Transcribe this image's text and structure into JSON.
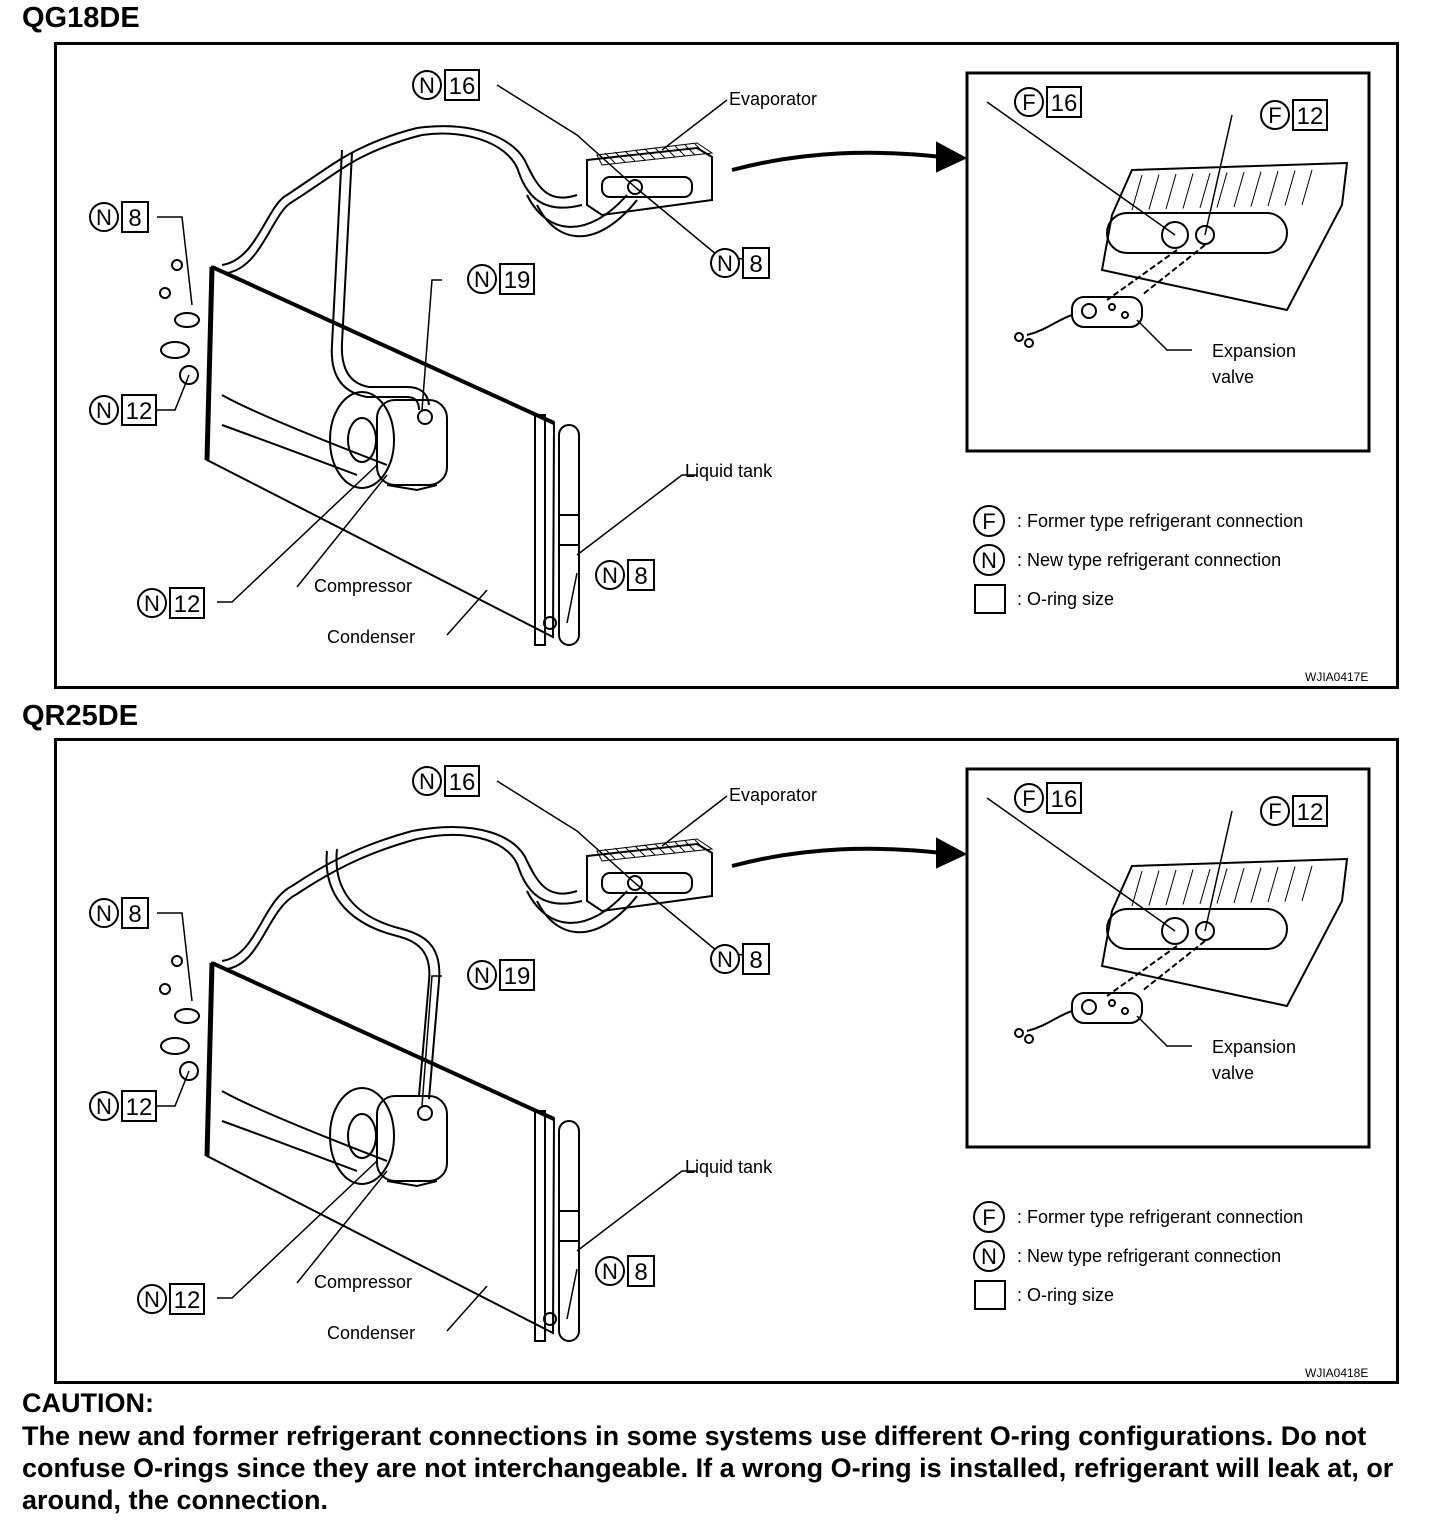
{
  "diagrams": [
    {
      "engine": "QG18DE",
      "callouts": {
        "c1": {
          "type": "N",
          "size": "16"
        },
        "c2": {
          "type": "N",
          "size": "8"
        },
        "c3": {
          "type": "N",
          "size": "19"
        },
        "c4": {
          "type": "N",
          "size": "8"
        },
        "c5": {
          "type": "N",
          "size": "12"
        },
        "c6": {
          "type": "N",
          "size": "12"
        },
        "c7": {
          "type": "N",
          "size": "8"
        },
        "c8": {
          "type": "F",
          "size": "16"
        },
        "c9": {
          "type": "F",
          "size": "12"
        }
      },
      "labels": {
        "evaporator": "Evaporator",
        "liquid_tank": "Liquid tank",
        "compressor": "Compressor",
        "condenser": "Condenser",
        "expansion": "Expansion",
        "valve": "valve"
      },
      "legend": {
        "f_symbol": "F",
        "f_text": ": Former type refrigerant connection",
        "n_symbol": "N",
        "n_text": ": New type refrigerant connection",
        "oring_text": ": O-ring size"
      },
      "code": "WJIA0417E"
    },
    {
      "engine": "QR25DE",
      "callouts": {
        "c1": {
          "type": "N",
          "size": "16"
        },
        "c2": {
          "type": "N",
          "size": "8"
        },
        "c3": {
          "type": "N",
          "size": "19"
        },
        "c4": {
          "type": "N",
          "size": "8"
        },
        "c5": {
          "type": "N",
          "size": "12"
        },
        "c6": {
          "type": "N",
          "size": "12"
        },
        "c7": {
          "type": "N",
          "size": "8"
        },
        "c8": {
          "type": "F",
          "size": "16"
        },
        "c9": {
          "type": "F",
          "size": "12"
        }
      },
      "labels": {
        "evaporator": "Evaporator",
        "liquid_tank": "Liquid tank",
        "compressor": "Compressor",
        "condenser": "Condenser",
        "expansion": "Expansion",
        "valve": "valve"
      },
      "legend": {
        "f_symbol": "F",
        "f_text": ": Former type refrigerant connection",
        "n_symbol": "N",
        "n_text": ": New type refrigerant connection",
        "oring_text": ": O-ring size"
      },
      "code": "WJIA0418E"
    }
  ],
  "caution": {
    "heading": "CAUTION:",
    "text": "The new and former refrigerant connections in some systems use different O-ring configurations. Do not confuse O-rings since they are not interchangeable. If a wrong O-ring is installed, refrigerant will leak at, or around, the connection."
  }
}
